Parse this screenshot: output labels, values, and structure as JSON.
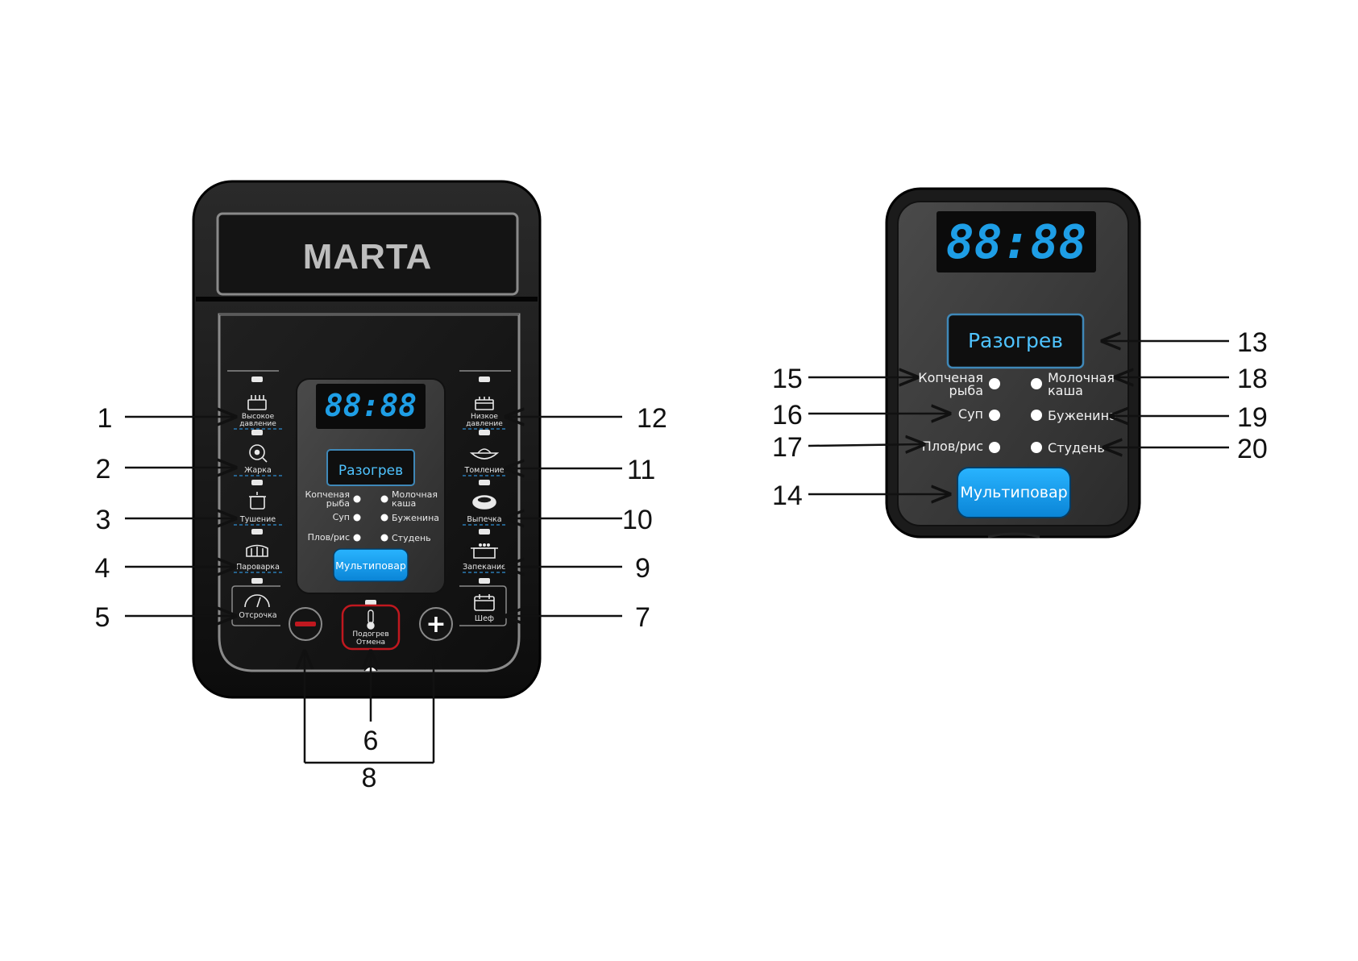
{
  "brand": "MARTA",
  "display": {
    "digits": "88:88"
  },
  "reheat_label": "Разогрев",
  "multicook_label": "Мультиповар",
  "left_buttons": [
    {
      "label": "Высокое давление",
      "line1": "Высокое",
      "line2": "давление",
      "icon": "pot-high-pressure-icon"
    },
    {
      "label": "Жарка",
      "icon": "frying-icon"
    },
    {
      "label": "Тушение",
      "icon": "stew-pot-icon"
    },
    {
      "label": "Пароварка",
      "icon": "steamer-icon"
    },
    {
      "label": "Отсрочка",
      "icon": "clock-icon"
    }
  ],
  "right_buttons": [
    {
      "label": "Низкое давление",
      "line1": "Низкое",
      "line2": "давление",
      "icon": "pot-low-pressure-icon"
    },
    {
      "label": "Томление",
      "icon": "wok-icon"
    },
    {
      "label": "Выпечка",
      "icon": "cake-icon"
    },
    {
      "label": "Запекание",
      "icon": "oven-tray-icon"
    },
    {
      "label": "Шеф",
      "icon": "chef-box-icon"
    }
  ],
  "center_buttons": {
    "minus": "−",
    "plus": "+",
    "reheat_cancel_line1": "Подогрев",
    "reheat_cancel_line2": "Отмена"
  },
  "programs": {
    "smoked_fish_line1": "Копченая",
    "smoked_fish_line2": "рыба",
    "soup": "Суп",
    "pilaf": "Плов/рис",
    "milk_porridge_line1": "Молочная",
    "milk_porridge_line2": "каша",
    "boiled_pork": "Буженина",
    "aspic": "Студень"
  },
  "callouts": {
    "n1": "1",
    "n2": "2",
    "n3": "3",
    "n4": "4",
    "n5": "5",
    "n6": "6",
    "n7": "7",
    "n8": "8",
    "n9": "9",
    "n10": "10",
    "n11": "11",
    "n12": "12",
    "n13": "13",
    "n14": "14",
    "n15": "15",
    "n16": "16",
    "n17": "17",
    "n18": "18",
    "n19": "19",
    "n20": "20"
  },
  "colors": {
    "panel": "#1a1a1a",
    "panel_light": "#3b3b3b",
    "display_blue": "#1e9ee6",
    "button_blue": "#0a8fe0",
    "accent_red": "#c0181f"
  }
}
